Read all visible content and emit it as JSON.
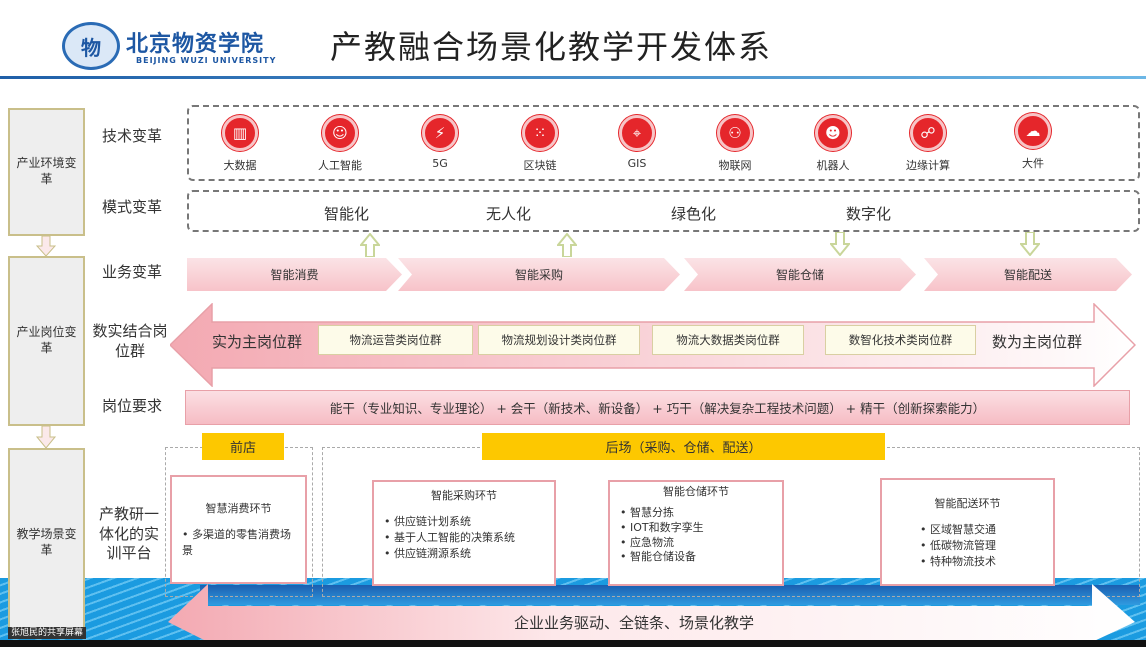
{
  "header": {
    "logo_cn": "北京物资学院",
    "logo_en": "BEIJING WUZI UNIVERSITY",
    "title": "产教融合场景化教学开发体系"
  },
  "left_stages": [
    "产业环境变革",
    "产业岗位变革",
    "教学场景变革"
  ],
  "row_labels": {
    "tech": "技术变革",
    "mode": "模式变革",
    "business": "业务变革",
    "positions": "数实结合岗位群",
    "requirements": "岗位要求",
    "platform": "产教研一体化的实训平台"
  },
  "tech": [
    {
      "label": "大数据",
      "icon": "bar-chart-icon"
    },
    {
      "label": "人工智能",
      "icon": "ai-head-icon"
    },
    {
      "label": "5G",
      "icon": "5g-icon"
    },
    {
      "label": "区块链",
      "icon": "blockchain-icon"
    },
    {
      "label": "GIS",
      "icon": "map-icon"
    },
    {
      "label": "物联网",
      "icon": "iot-icon"
    },
    {
      "label": "机器人",
      "icon": "robot-icon"
    },
    {
      "label": "边缘计算",
      "icon": "network-icon"
    },
    {
      "label": "大件",
      "icon": "cloud-icon"
    }
  ],
  "modes": [
    "智能化",
    "无人化",
    "绿色化",
    "数字化"
  ],
  "business": [
    "智能消费",
    "智能采购",
    "智能仓储",
    "智能配送"
  ],
  "positions": {
    "left": "实为主岗位群",
    "right": "数为主岗位群",
    "groups": [
      "物流运营类岗位群",
      "物流规划设计类岗位群",
      "物流大数据类岗位群",
      "数智化技术类岗位群"
    ]
  },
  "requirements": "能干（专业知识、专业理论） + 会干（新技术、新设备） + 巧干（解决复杂工程技术问题） + 精干（创新探索能力）",
  "front": {
    "label": "前店",
    "card": {
      "title": "智慧消费环节",
      "items": [
        "多渠道的零售消费场景"
      ]
    }
  },
  "back": {
    "label": "后场（采购、仓储、配送）",
    "cards": [
      {
        "title": "智能采购环节",
        "items": [
          "供应链计划系统",
          "基于人工智能的决策系统",
          "供应链溯源系统"
        ]
      },
      {
        "title": "智能仓储环节",
        "items": [
          "智慧分拣",
          "IOT和数字孪生",
          "应急物流",
          "智能仓储设备"
        ]
      },
      {
        "title": "智能配送环节",
        "items": [
          "区域智慧交通",
          "低碳物流管理",
          "特种物流技术"
        ]
      }
    ]
  },
  "bottom_banner": "企业业务驱动、全链条、场景化教学",
  "screen_share_label": "张旭民的共享屏幕",
  "colors": {
    "accent_red": "#e5262b",
    "pink": "#f7c3c9",
    "yellow": "#fdc800",
    "blue": "#1f8fd6"
  }
}
